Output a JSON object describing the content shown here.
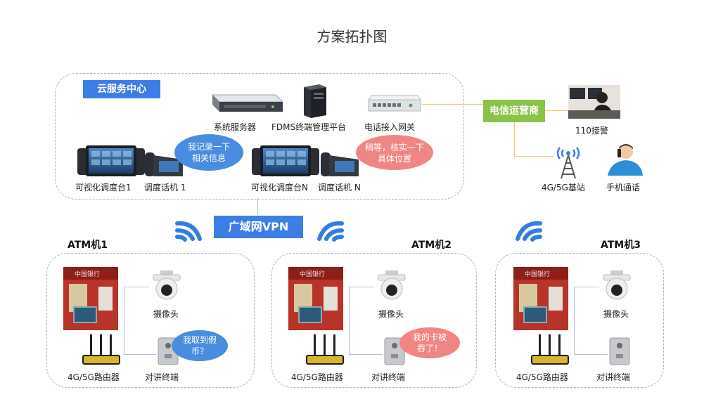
{
  "title": "方案拓扑图",
  "cloud": {
    "label": "云服务中心",
    "server": "系统服务器",
    "fdms": "FDMS终端管理平台",
    "gateway": "电话接入网关",
    "console1": "可视化调度台1",
    "phone1": "调度话机 1",
    "consoleN": "可视化调度台N",
    "phoneN": "调度话机 N",
    "bubble1": "我记录一下相关信息",
    "bubble2": "稍等，核实一下具体位置"
  },
  "telecom": {
    "label": "电信运营商",
    "police": "110接警",
    "base_station": "4G/5G基站",
    "mobile": "手机通话"
  },
  "wan": {
    "label": "广域网VPN"
  },
  "atms": [
    {
      "title": "ATM机1",
      "camera": "摄像头",
      "router": "4G/5G路由器",
      "intercom": "对讲终端",
      "bubble": "我取到假币？"
    },
    {
      "title": "ATM机2",
      "camera": "摄像头",
      "router": "4G/5G路由器",
      "intercom": "对讲终端",
      "bubble": "我的卡被吞了！"
    },
    {
      "title": "ATM机3",
      "camera": "摄像头",
      "router": "4G/5G路由器",
      "intercom": "对讲终端"
    }
  ],
  "bank_text": "中国银行",
  "colors": {
    "blue_tag": "#3d7de6",
    "green_tag": "#8bc34a",
    "bubble_blue": "#4a8de0",
    "bubble_pink": "#f18585",
    "dash": "#a9b3c8"
  }
}
